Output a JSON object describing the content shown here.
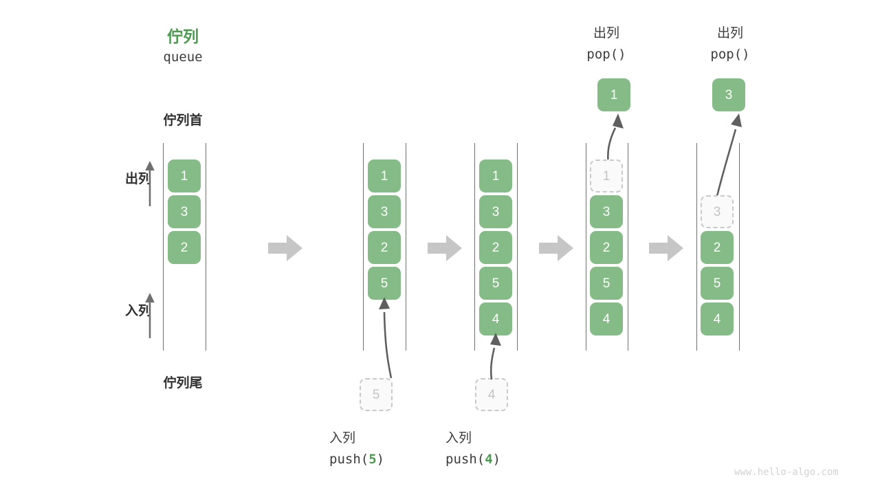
{
  "diagram": {
    "title_cn": "佇列",
    "title_en": "queue",
    "head_label": "佇列首",
    "tail_label": "佇列尾",
    "dequeue_label": "出列",
    "enqueue_label": "入列",
    "watermark": "www.hello-algo.com",
    "colors": {
      "green_fill": "#85bb86",
      "green_text": "#4e9a52",
      "rail": "#6f6f6f",
      "ghost_border": "#c9c9c9",
      "ghost_text": "#c4c4c4",
      "step_arrow": "#c6c6c6",
      "curve_arrow": "#5f5f5f",
      "watermark": "#d2d2d2"
    }
  },
  "stages": [
    {
      "id": "initial",
      "name": "initial-queue",
      "items": [
        "1",
        "3",
        "2"
      ],
      "ghost_in_queue": null,
      "incoming": null,
      "popped": null,
      "caption_cn": null,
      "caption_code": null
    },
    {
      "id": "push5",
      "name": "after-push-5",
      "items": [
        "1",
        "3",
        "2",
        "5"
      ],
      "ghost_in_queue": null,
      "incoming": "5",
      "popped": null,
      "caption_cn": "入列",
      "caption_code_prefix": "push(",
      "caption_code_arg": "5",
      "caption_code_suffix": ")"
    },
    {
      "id": "push4",
      "name": "after-push-4",
      "items": [
        "1",
        "3",
        "2",
        "5",
        "4"
      ],
      "ghost_in_queue": null,
      "incoming": "4",
      "popped": null,
      "caption_cn": "入列",
      "caption_code_prefix": "push(",
      "caption_code_arg": "4",
      "caption_code_suffix": ")"
    },
    {
      "id": "pop1",
      "name": "after-pop-1",
      "items": [
        "3",
        "2",
        "5",
        "4"
      ],
      "ghost_in_queue": "1",
      "incoming": null,
      "popped": "1",
      "caption_cn": "出列",
      "caption_code_prefix": "pop(",
      "caption_code_arg": "",
      "caption_code_suffix": ")"
    },
    {
      "id": "pop3",
      "name": "after-pop-3",
      "items": [
        "2",
        "5",
        "4"
      ],
      "ghost_in_queue": "3",
      "incoming": null,
      "popped": "3",
      "caption_cn": "出列",
      "caption_code_prefix": "pop(",
      "caption_code_arg": "",
      "caption_code_suffix": ")"
    }
  ],
  "chart_data": {
    "type": "diagram",
    "title": "佇列 queue — push / pop operations",
    "sequence": [
      {
        "operation": "initial",
        "queue_front_to_back": [
          "1",
          "3",
          "2"
        ]
      },
      {
        "operation": "push(5)",
        "queue_front_to_back": [
          "1",
          "3",
          "2",
          "5"
        ]
      },
      {
        "operation": "push(4)",
        "queue_front_to_back": [
          "1",
          "3",
          "2",
          "5",
          "4"
        ]
      },
      {
        "operation": "pop()",
        "returns": "1",
        "queue_front_to_back": [
          "3",
          "2",
          "5",
          "4"
        ]
      },
      {
        "operation": "pop()",
        "returns": "3",
        "queue_front_to_back": [
          "2",
          "5",
          "4"
        ]
      }
    ]
  }
}
